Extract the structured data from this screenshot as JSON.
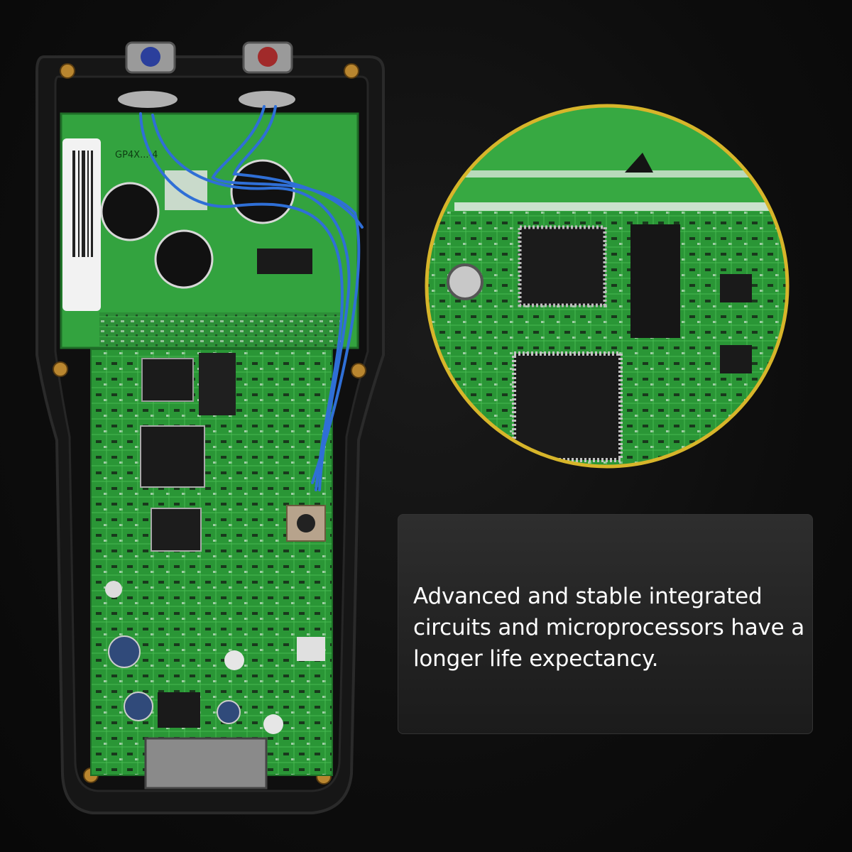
{
  "caption": {
    "text": "Advanced and stable integrated circuits and microprocessors have a longer life expectancy."
  },
  "product_photo": {
    "description_icon": "circuit-board-photo",
    "lcd_module_label": "GP4X...-4"
  },
  "colors": {
    "pcb_green": "#2f9a3a",
    "housing_black": "#141414",
    "magnifier_ring": "#d7b52a",
    "wire_blue": "#2f6fd6"
  }
}
